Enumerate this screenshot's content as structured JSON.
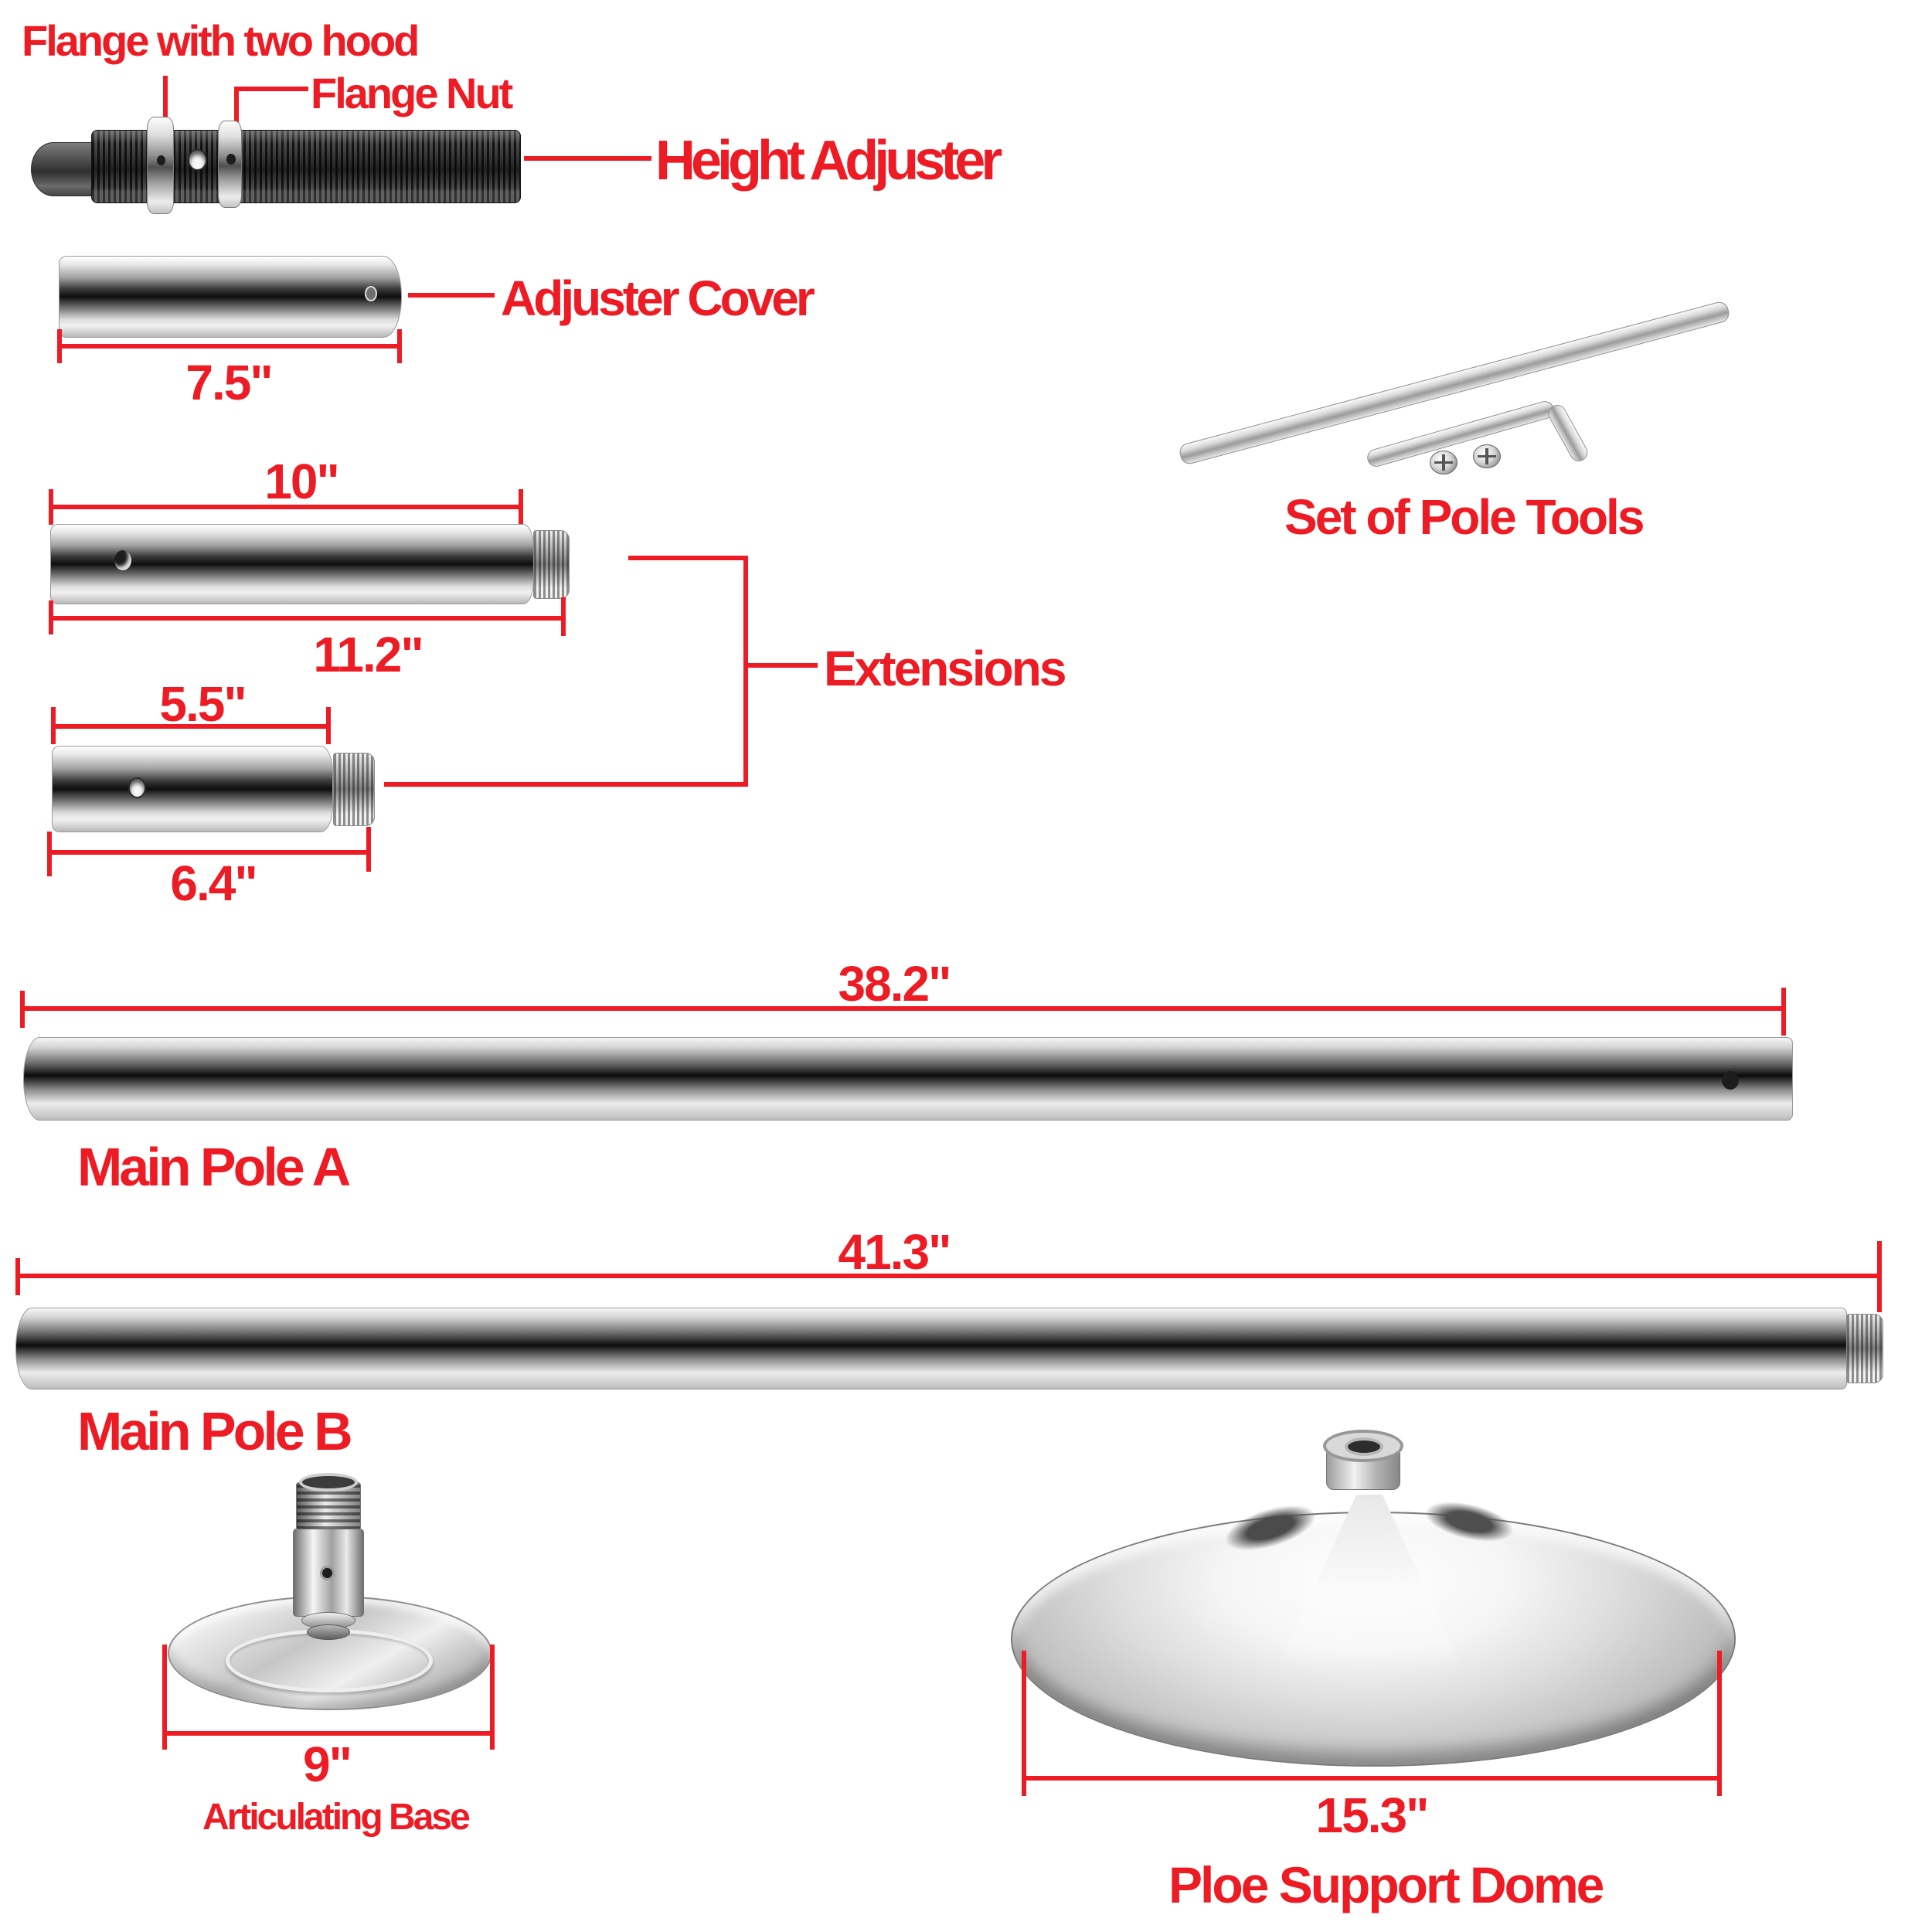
{
  "title": "Spinning dance pole kit parts diagram",
  "colors": {
    "label_red": "#ed1c24",
    "background": "#ffffff"
  },
  "parts": {
    "height_adjuster": {
      "label": "Height Adjuster",
      "sub_labels": {
        "flange": "Flange with two hood",
        "nut": "Flange Nut"
      }
    },
    "adjuster_cover": {
      "label": "Adjuster Cover",
      "length": "7.5\""
    },
    "extensions": {
      "label": "Extensions",
      "long": {
        "body_length": "10\"",
        "total_length": "11.2\""
      },
      "short": {
        "body_length": "5.5\"",
        "total_length": "6.4\""
      }
    },
    "pole_tools": {
      "label": "Set of Pole Tools"
    },
    "main_pole_a": {
      "label": "Main Pole A",
      "length": "38.2\""
    },
    "main_pole_b": {
      "label": "Main Pole B",
      "length": "41.3\""
    },
    "articulating_base": {
      "label": "Articulating Base",
      "diameter": "9\""
    },
    "support_dome": {
      "label": "Ploe Support Dome",
      "diameter": "15.3\""
    }
  }
}
